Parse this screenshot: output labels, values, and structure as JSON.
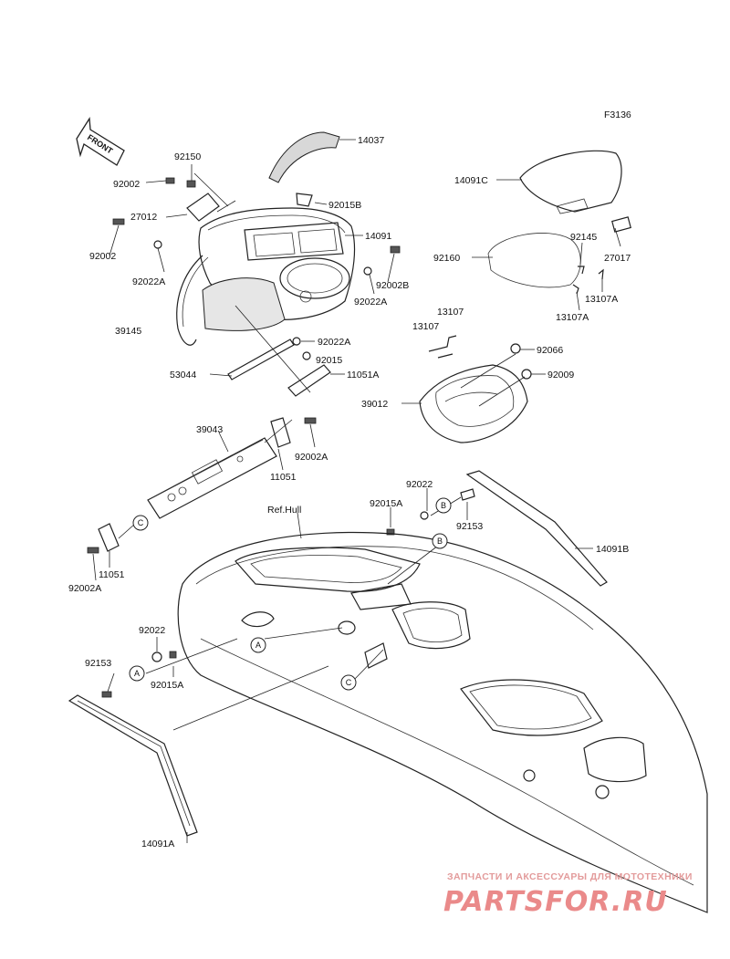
{
  "figure_code": "F3136",
  "front_label": "FRONT",
  "ref_hull_label": "Ref.Hull",
  "callouts": {
    "a": "A",
    "b": "B",
    "c": "C"
  },
  "parts": {
    "p14037": "14037",
    "p92150": "92150",
    "p92002_a": "92002",
    "p92002_b": "92002",
    "p27012": "27012",
    "p92015B": "92015B",
    "p14091": "14091",
    "p92022A_a": "92022A",
    "p92002B": "92002B",
    "p92022A_b": "92022A",
    "p39145": "39145",
    "p92022A_c": "92022A",
    "p92015_a": "92015",
    "p53044": "53044",
    "p11051A": "11051A",
    "p14091C": "14091C",
    "p92160": "92160",
    "p92145": "92145",
    "p27017": "27017",
    "p13107A_a": "13107A",
    "p13107A_b": "13107A",
    "p13107_a": "13107",
    "p13107_b": "13107",
    "p92066": "92066",
    "p92009": "92009",
    "p39012": "39012",
    "p39043": "39043",
    "p92002A_a": "92002A",
    "p11051_a": "11051",
    "p92022_a": "92022",
    "p92015A_a": "92015A",
    "p92153_a": "92153",
    "p14091B": "14091B",
    "p11051_b": "11051",
    "p92002A_b": "92002A",
    "p92022_b": "92022",
    "p92153_b": "92153",
    "p92015A_b": "92015A",
    "p14091A": "14091A"
  },
  "watermark": {
    "tagline": "ЗАПЧАСТИ И АКСЕССУАРЫ ДЛЯ МОТОТЕХНИКИ",
    "brand": "PARTSFOR.RU"
  },
  "colors": {
    "line": "#222222",
    "watermark": "#e88f8f",
    "background": "#ffffff"
  }
}
